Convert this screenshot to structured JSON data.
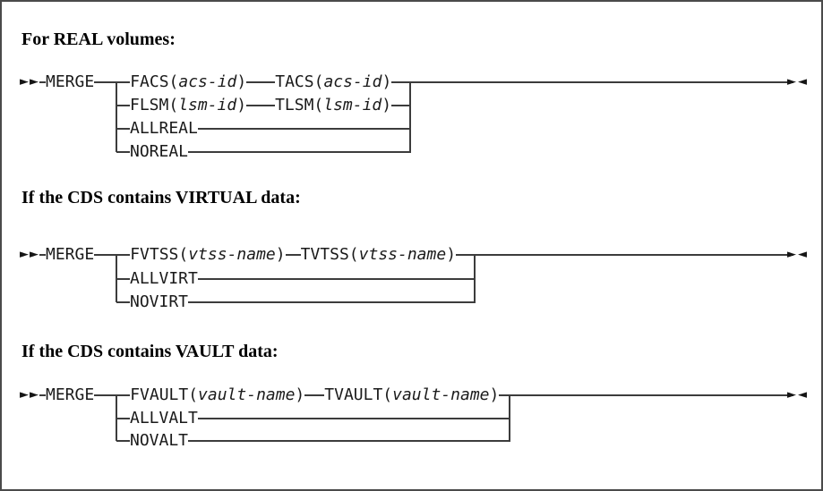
{
  "colors": {
    "line": "#3c3c3c",
    "text": "#1a1a1a",
    "border": "#4a4a4a",
    "background": "#ffffff"
  },
  "icons": {
    "start_arrow": "►►",
    "end_arrow": "►◄",
    "start_arrow_name": "syntax-start-pointer",
    "end_arrow_name": "syntax-end-pointer"
  },
  "sections": [
    {
      "heading": "For REAL volumes:",
      "keyword": "MERGE",
      "rows": [
        {
          "cells": [
            {
              "pre": "FACS(",
              "var": "acs-id",
              "post": ")"
            },
            {
              "pre": "TACS(",
              "var": "acs-id",
              "post": ")"
            }
          ]
        },
        {
          "cells": [
            {
              "pre": "FLSM(",
              "var": "lsm-id",
              "post": ")"
            },
            {
              "pre": "TLSM(",
              "var": "lsm-id",
              "post": ")"
            }
          ]
        },
        {
          "cells": [
            {
              "pre": "ALLREAL",
              "var": "",
              "post": ""
            }
          ]
        },
        {
          "cells": [
            {
              "pre": "NOREAL",
              "var": "",
              "post": ""
            }
          ]
        }
      ]
    },
    {
      "heading": "If the CDS contains VIRTUAL data:",
      "keyword": "MERGE",
      "rows": [
        {
          "cells": [
            {
              "pre": "FVTSS(",
              "var": "vtss-name",
              "post": ")"
            },
            {
              "pre": "TVTSS(",
              "var": "vtss-name",
              "post": ")"
            }
          ]
        },
        {
          "cells": [
            {
              "pre": "ALLVIRT",
              "var": "",
              "post": ""
            }
          ]
        },
        {
          "cells": [
            {
              "pre": "NOVIRT",
              "var": "",
              "post": ""
            }
          ]
        }
      ]
    },
    {
      "heading": "If the CDS contains VAULT data:",
      "keyword": "MERGE",
      "rows": [
        {
          "cells": [
            {
              "pre": "FVAULT(",
              "var": "vault-name",
              "post": ")"
            },
            {
              "pre": "TVAULT(",
              "var": "vault-name",
              "post": ")"
            }
          ]
        },
        {
          "cells": [
            {
              "pre": "ALLVALT",
              "var": "",
              "post": ""
            }
          ]
        },
        {
          "cells": [
            {
              "pre": "NOVALT",
              "var": "",
              "post": ""
            }
          ]
        }
      ]
    }
  ]
}
